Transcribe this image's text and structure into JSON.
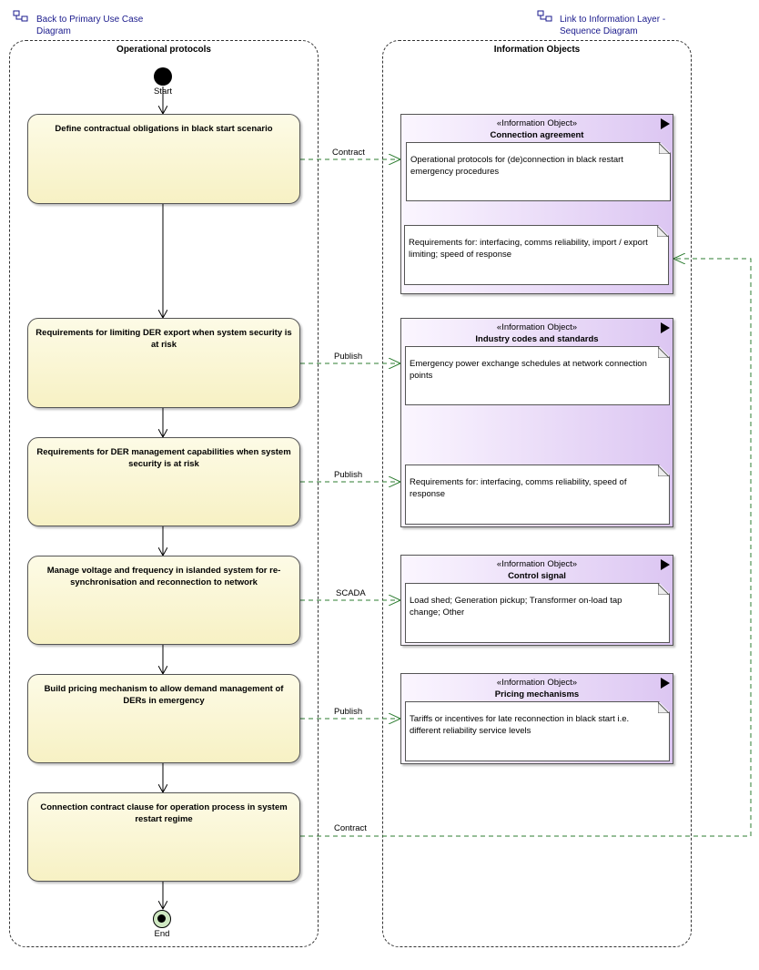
{
  "nav": {
    "back_link": "Back to Primary Use Case\nDiagram",
    "info_link": "Link to Information Layer -\nSequence Diagram"
  },
  "lanes": {
    "left_title": "Operational protocols",
    "right_title": "Information Objects"
  },
  "nodes": {
    "start_label": "Start",
    "end_label": "End"
  },
  "activities": [
    {
      "label": "Define contractual obligations in black start scenario"
    },
    {
      "label": "Requirements for limiting DER export when system security is at risk"
    },
    {
      "label": "Requirements for DER management capabilities when system security is at risk"
    },
    {
      "label": "Manage voltage and frequency in islanded system for re-synchronisation and reconnection to network"
    },
    {
      "label": "Build pricing mechanism to allow demand management of DERs in emergency"
    },
    {
      "label": "Connection contract clause for operation process in system restart regime"
    }
  ],
  "info_objects": [
    {
      "stereotype": "«Information Object»",
      "name": "Connection agreement",
      "notes": [
        "Operational protocols for (de)connection in black restart emergency procedures",
        "Requirements for: interfacing, comms reliability, import / export limiting; speed of response"
      ]
    },
    {
      "stereotype": "«Information Object»",
      "name": "Industry codes and standards",
      "notes": [
        "Emergency power exchange schedules at network connection points",
        "Requirements for: interfacing, comms reliability, speed of response"
      ]
    },
    {
      "stereotype": "«Information Object»",
      "name": "Control signal",
      "notes": [
        "Load shed; Generation pickup; Transformer on-load tap change; Other"
      ]
    },
    {
      "stereotype": "«Information Object»",
      "name": "Pricing mechanisms",
      "notes": [
        "Tariffs or incentives for late reconnection in black start i.e. different reliability service levels"
      ]
    }
  ],
  "flows": [
    {
      "label": "Contract"
    },
    {
      "label": "Publish"
    },
    {
      "label": "Publish"
    },
    {
      "label": "SCADA"
    },
    {
      "label": "Publish"
    },
    {
      "label": "Contract"
    }
  ],
  "colors": {
    "activity_fill": "#f7f1c4",
    "info_fill": "#dcc6f2",
    "flow_line": "#2e7d32",
    "link_text": "#1a1a8c"
  },
  "icons": {
    "nav_icon": "diagram-link-icon",
    "info_flag": "triangle-flag-icon"
  }
}
